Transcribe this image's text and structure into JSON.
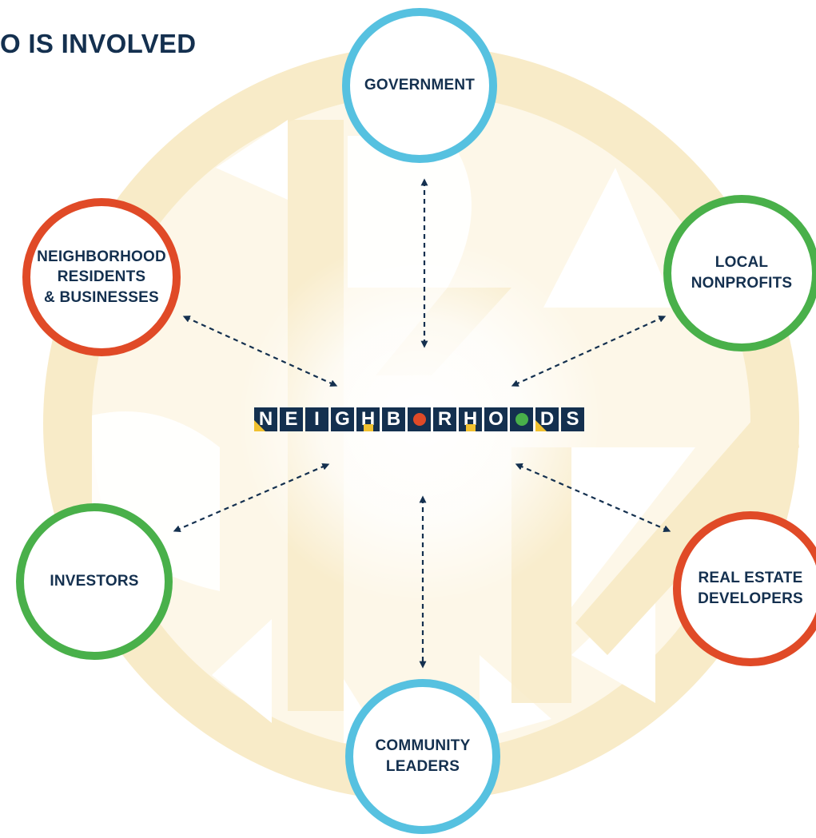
{
  "heading": "O IS INVOLVED",
  "center": {
    "letters": [
      "N",
      "E",
      "I",
      "G",
      "H",
      "B",
      "O",
      "R",
      "H",
      "O",
      "O",
      "D",
      "S"
    ],
    "dot_colors": {
      "red": "#e04a27",
      "green": "#49b04a",
      "yellow": "#f1c130"
    }
  },
  "nodes": {
    "government": "GOVERNMENT",
    "residents": "NEIGHBORHOOD\nRESIDENTS\n& BUSINESSES",
    "nonprofits": "LOCAL\nNONPROFITS",
    "investors": "INVESTORS",
    "developers": "REAL ESTATE\nDEVELOPERS",
    "community": "COMMUNITY\nLEADERS"
  },
  "colors": {
    "navy": "#14304f",
    "blue": "#56c1e0",
    "red": "#e04a27",
    "green": "#49b04a",
    "watermark": "#f8ebc8"
  }
}
